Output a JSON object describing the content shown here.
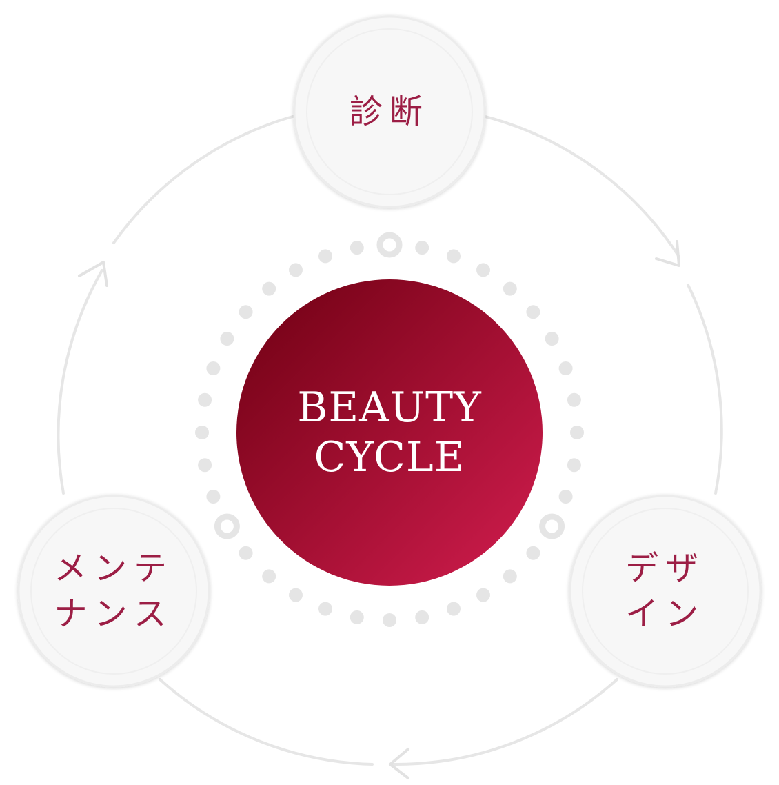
{
  "center": {
    "line1": "BEAUTY",
    "line2": "CYCLE"
  },
  "nodes": {
    "top": {
      "line1": "診断"
    },
    "right": {
      "line1": "デザ",
      "line2": "イン"
    },
    "left": {
      "line1": "メンテ",
      "line2": "ナンス"
    }
  },
  "colors": {
    "node_text": "#9c1e45",
    "center_dark": "#6e0012",
    "center_light": "#d21d4f",
    "ring_stroke": "#e6e6e6",
    "node_fill": "#f7f7f7",
    "dot": "#e5e5e5"
  },
  "icons": {
    "arrows": "chevron-arrow-icon",
    "dots": "dot-ring"
  }
}
